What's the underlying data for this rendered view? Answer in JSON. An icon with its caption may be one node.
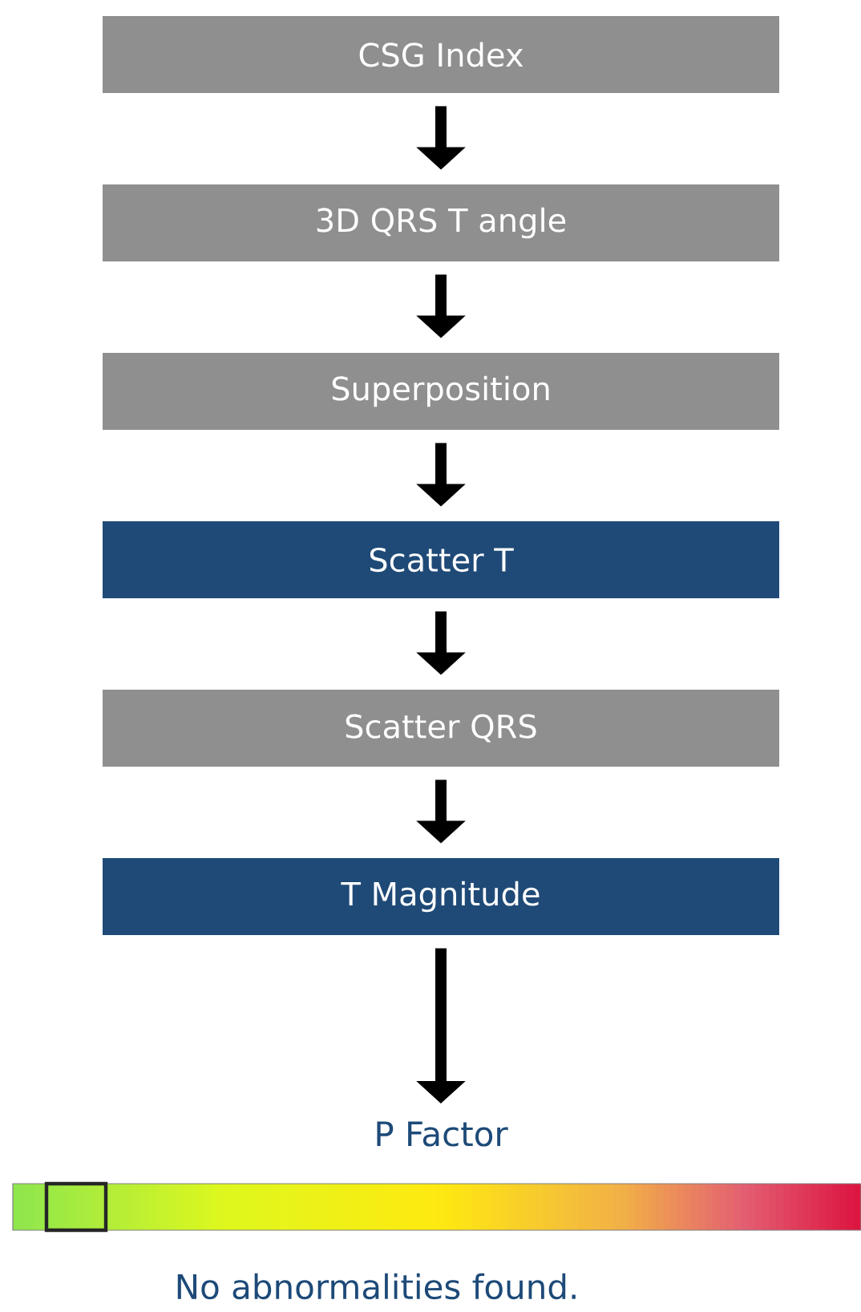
{
  "diagram": {
    "nodes": [
      {
        "text": [
          "CSG Index"
        ]
      },
      {
        "text": [
          "3D QRS T angle"
        ]
      },
      {
        "text": [
          "Superposition"
        ]
      },
      {
        "text": [
          "Scatter T"
        ]
      },
      {
        "text": [
          "Scatter QRS"
        ]
      },
      {
        "text": [
          "T Magnitude"
        ]
      },
      {
        "text": [
          "P Factor"
        ]
      }
    ],
    "edges": [
      {
        "from": 0,
        "to": 1,
        "arrow": "to"
      },
      {
        "from": 1,
        "to": 2,
        "arrow": "to"
      },
      {
        "from": 2,
        "to": 3,
        "arrow": "to"
      },
      {
        "from": 3,
        "to": 4,
        "arrow": "to"
      },
      {
        "from": 4,
        "to": 5,
        "arrow": "to"
      },
      {
        "from": 5,
        "to": 6,
        "arrow": "to"
      }
    ],
    "labels": [
      "No abnormalities found."
    ]
  }
}
